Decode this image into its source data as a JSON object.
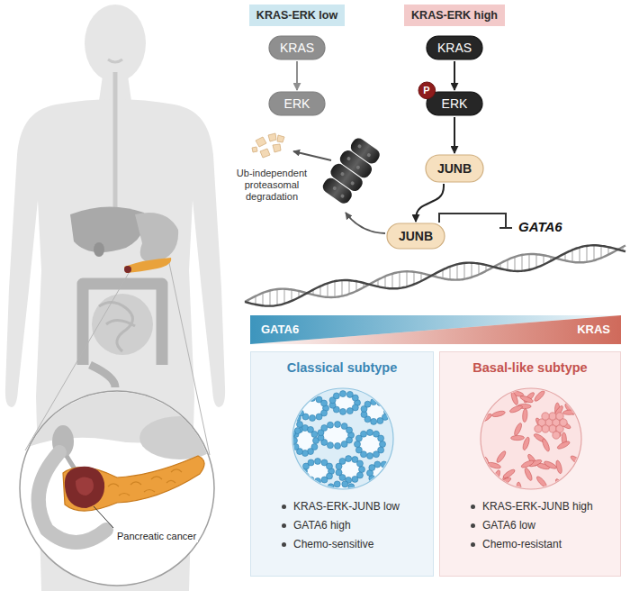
{
  "diagram": {
    "nodes": [
      {
        "text": [
          "KRAS-ERK low"
        ]
      },
      {
        "text": [
          "KRAS-ERK high"
        ]
      },
      {
        "text": [
          "KRAS"
        ]
      },
      {
        "text": [
          "ERK"
        ]
      },
      {
        "text": [
          "KRAS"
        ]
      },
      {
        "text": [
          "ERK"
        ]
      },
      {
        "text": [
          "P"
        ]
      },
      {
        "text": [
          "JUNB"
        ]
      },
      {
        "text": [
          "JUNB"
        ]
      },
      {
        "text": [
          "GATA6",
          "KRAS"
        ]
      },
      {
        "text": [
          "Classical subtype",
          "KRAS-ERK-JUNB low",
          "GATA6 high",
          "Chemo-sensitive"
        ]
      },
      {
        "text": [
          "Basal-like subtype",
          "KRAS-ERK-JUNB high",
          "GATA6 low",
          "Chemo-resistant"
        ]
      }
    ],
    "edges": [
      {
        "from": 2,
        "to": 3,
        "arrow": "to"
      },
      {
        "from": 4,
        "to": 5,
        "arrow": "to"
      },
      {
        "from": 5,
        "to": 7,
        "arrow": "to"
      },
      {
        "from": 7,
        "to": 8,
        "arrow": "to"
      }
    ],
    "labels": [
      "Ub-independent proteasomal degradation",
      "GATA6",
      "Pancreatic cancer"
    ]
  }
}
